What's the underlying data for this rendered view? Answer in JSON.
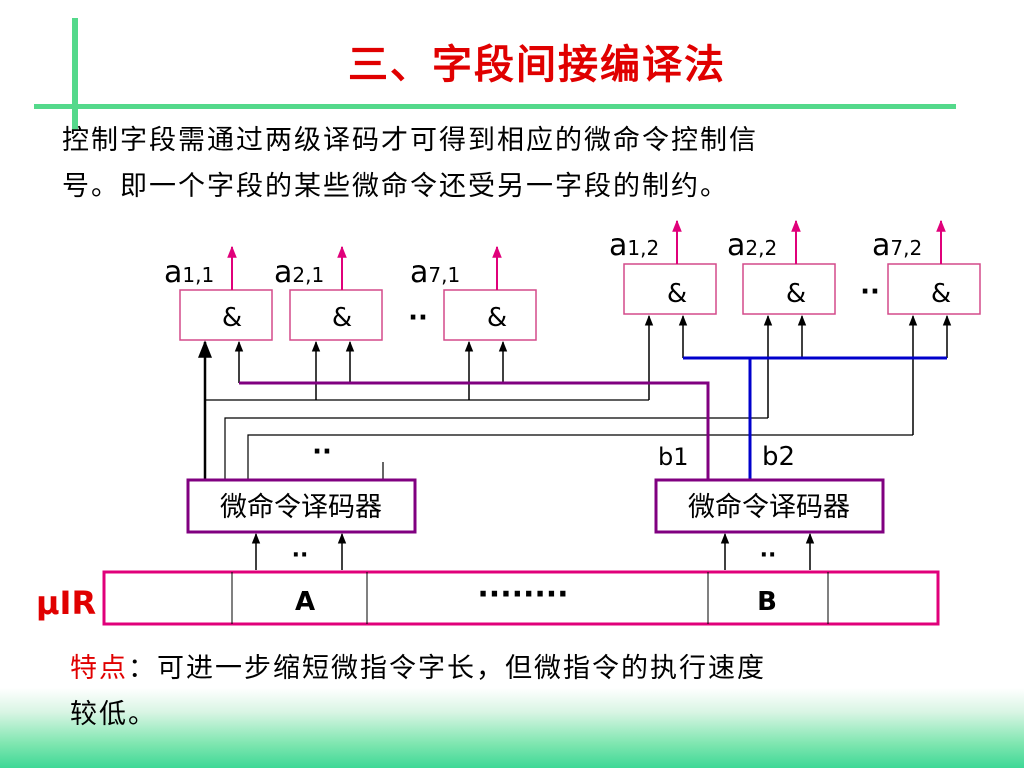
{
  "title": "三、字段间接编译法",
  "intro": {
    "line1": "控制字段需通过两级译码才可得到相应的微命令控制信",
    "line2": "号。即一个字段的某些微命令还受另一字段的制约。"
  },
  "diagram": {
    "gates_left": [
      {
        "label": "a1,1",
        "main": "a",
        "sub": "1,1",
        "symbol": "&"
      },
      {
        "label": "a2,1",
        "main": "a",
        "sub": "2,1",
        "symbol": "&"
      },
      {
        "label": "a7,1",
        "main": "a",
        "sub": "7,1",
        "symbol": "&"
      }
    ],
    "gates_right": [
      {
        "label": "a1,2",
        "main": "a",
        "sub": "1,2",
        "symbol": "&"
      },
      {
        "label": "a2,2",
        "main": "a",
        "sub": "2,2",
        "symbol": "&"
      },
      {
        "label": "a7,2",
        "main": "a",
        "sub": "7,2",
        "symbol": "&"
      }
    ],
    "decoder_left": "微命令译码器",
    "decoder_right": "微命令译码器",
    "b1": "b1",
    "b2": "b2",
    "ellipsis_short": "··",
    "ellipsis_long": "········",
    "register_label": "μIR",
    "field_a": "A",
    "field_b": "B",
    "colors": {
      "purple": "#800080",
      "blue": "#0000cc",
      "red": "#e00000",
      "pink": "#e0007a"
    }
  },
  "feature": {
    "label": "特点",
    "colon": "：",
    "line1_rest": "可进一步缩短微指令字长，但微指令的执行速度",
    "line2": "较低。"
  }
}
